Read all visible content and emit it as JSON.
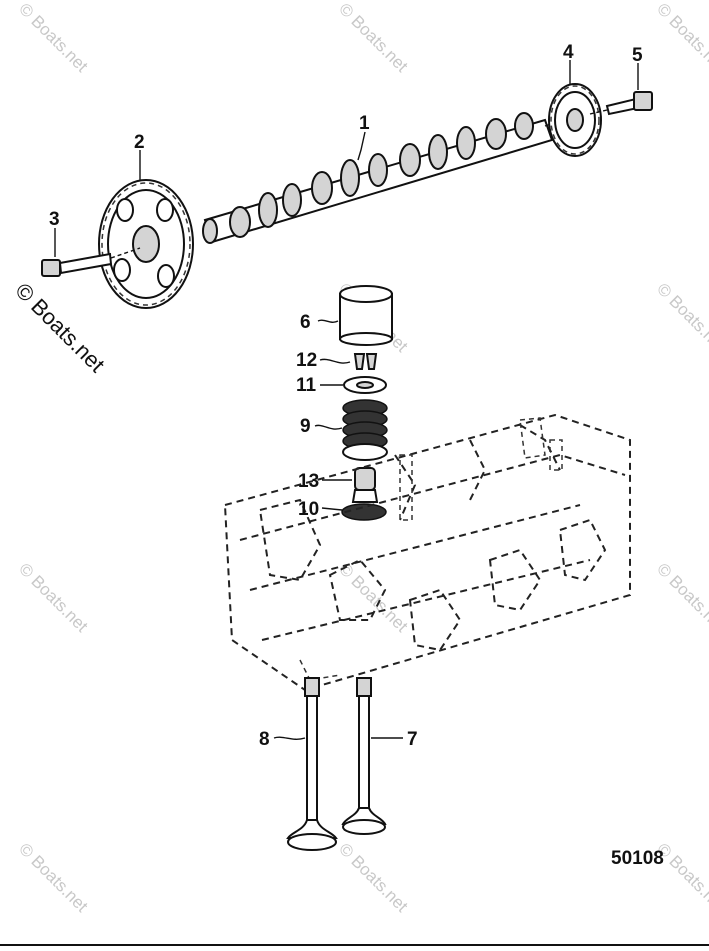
{
  "callouts": {
    "c1": "1",
    "c2": "2",
    "c3": "3",
    "c4": "4",
    "c5": "5",
    "c6": "6",
    "c7": "7",
    "c8": "8",
    "c9": "9",
    "c10": "10",
    "c11": "11",
    "c12": "12",
    "c13": "13"
  },
  "figure_number": "50108",
  "watermark": {
    "text": "© Boats.net",
    "side_text": "© Boats.net"
  }
}
